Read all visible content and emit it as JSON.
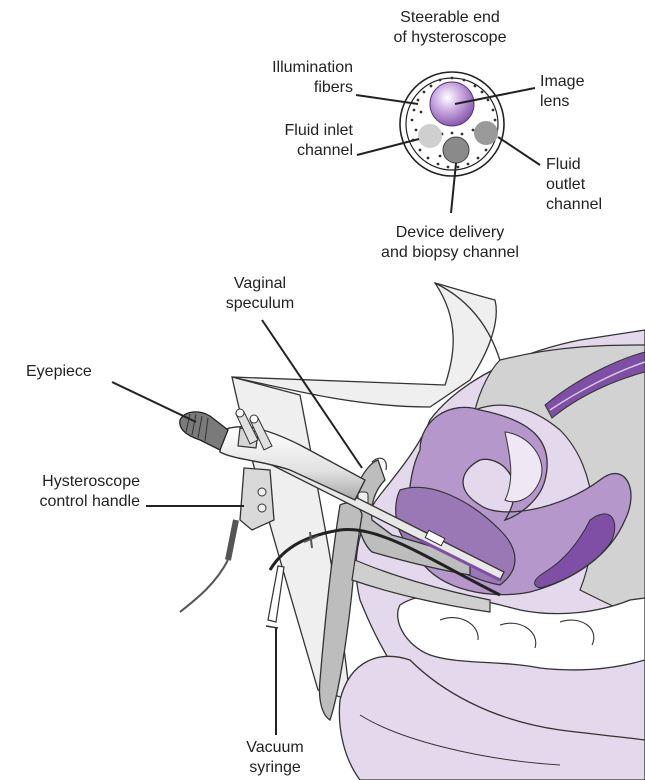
{
  "labels": {
    "steerable_end": "Steerable end\nof hysteroscope",
    "illumination_fibers": "Illumination\nfibers",
    "image_lens": "Image\nlens",
    "fluid_inlet": "Fluid inlet\nchannel",
    "fluid_outlet": "Fluid\noutlet\nchannel",
    "device_delivery": "Device delivery\nand biopsy channel",
    "vaginal_speculum": "Vaginal\nspeculum",
    "eyepiece": "Eyepiece",
    "control_handle": "Hysteroscope\ncontrol handle",
    "vacuum_syringe": "Vacuum\nsyringe"
  },
  "colors": {
    "purple_light": "#e4d8ec",
    "purple_mid": "#b597cc",
    "purple_dark": "#7e4fa5",
    "gray_tissue": "#d2d2d2",
    "instrument": "#d9d9d9"
  }
}
